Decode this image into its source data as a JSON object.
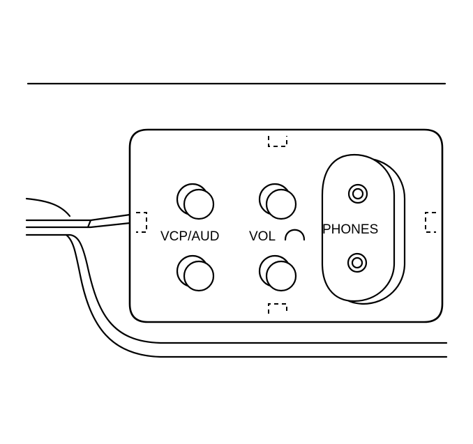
{
  "labels": {
    "vcp_aud": "VCP/AUD",
    "vol": "VOL",
    "phones": "PHONES"
  }
}
